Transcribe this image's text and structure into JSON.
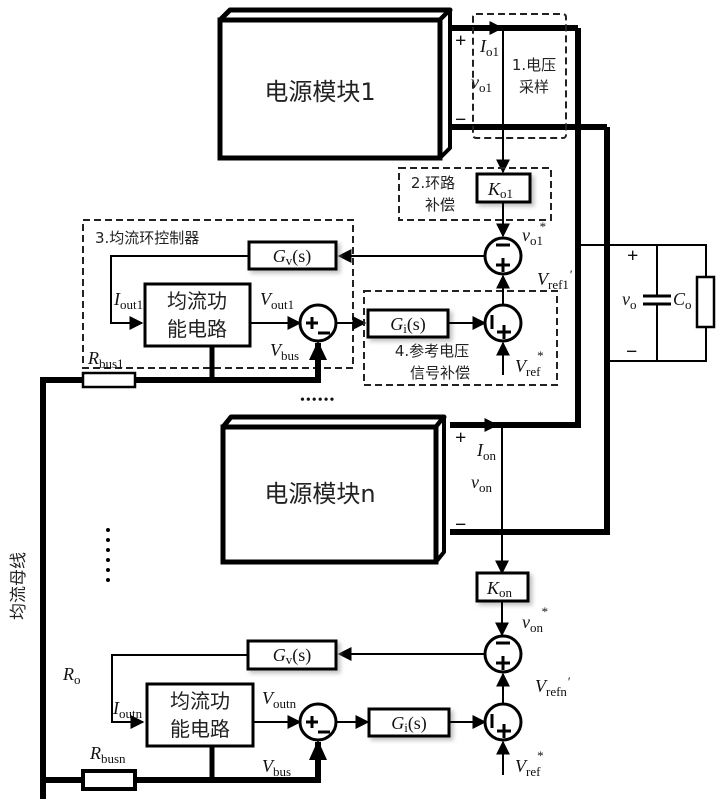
{
  "modules": {
    "module1": {
      "label": "电源模块1",
      "current": "I",
      "current_sub": "o1",
      "voltage": "v",
      "voltage_sub": "o1",
      "plus": "+",
      "minus": "−"
    },
    "modulen": {
      "label": "电源模块n",
      "current": "I",
      "current_sub": "on",
      "voltage": "v",
      "voltage_sub": "on",
      "plus": "+",
      "minus": "−"
    }
  },
  "regions": {
    "voltage_sampling": "1.电压",
    "voltage_sampling_2": "采样",
    "loop_comp": "2.环路",
    "loop_comp_2": "补偿",
    "share_ctrl": "3.均流环控制器",
    "ref_comp": "4.参考电压",
    "ref_comp_2": "信号补偿"
  },
  "blocks": {
    "k1": {
      "main": "K",
      "sub": "o1"
    },
    "kn": {
      "main": "K",
      "sub": "on"
    },
    "gv1": {
      "main": "G",
      "sub": "v",
      "tail": "(s)"
    },
    "gvn": {
      "main": "G",
      "sub": "v",
      "tail": "(s)"
    },
    "gi1": {
      "main": "G",
      "sub": "i",
      "tail": "(s)"
    },
    "gin": {
      "main": "G",
      "sub": "i",
      "tail": "(s)"
    },
    "share1": {
      "line1": "均流功",
      "line2": "能电路"
    },
    "sharen": {
      "line1": "均流功",
      "line2": "能电路"
    }
  },
  "signals": {
    "vo1star": {
      "main": "v",
      "sub": "o1",
      "sup": "*"
    },
    "vref1p": {
      "main": "V",
      "sub": "ref1",
      "sup": "'"
    },
    "vref1star": {
      "main": "V",
      "sub": "ref",
      "sup": "*"
    },
    "iout1": {
      "main": "I",
      "sub": "out1"
    },
    "vout1": {
      "main": "V",
      "sub": "out1"
    },
    "vbus1": {
      "main": "V",
      "sub": "bus"
    },
    "rbus1": {
      "main": "R",
      "sub": "bus1"
    },
    "vonstar": {
      "main": "v",
      "sub": "on",
      "sup": "*"
    },
    "vrefnp": {
      "main": "V",
      "sub": "refn",
      "sup": "'"
    },
    "vrefnstar": {
      "main": "V",
      "sub": "ref",
      "sup": "*"
    },
    "ioutn": {
      "main": "I",
      "sub": "outn"
    },
    "voutn": {
      "main": "V",
      "sub": "outn"
    },
    "vbusn": {
      "main": "V",
      "sub": "bus"
    },
    "rbusn": {
      "main": "R",
      "sub": "busn"
    },
    "ro": {
      "main": "R",
      "sub": "o"
    }
  },
  "output": {
    "vo": {
      "main": "v",
      "sub": "o"
    },
    "co": {
      "main": "C",
      "sub": "o"
    },
    "plus": "+",
    "minus": "−"
  },
  "bus_label": "均流母线",
  "ellipsis_h": "••••••",
  "sum_signs": {
    "plus": "+",
    "minus": "−"
  },
  "colors": {
    "line": "#000000",
    "dash": "#222222",
    "background": "#ffffff"
  }
}
